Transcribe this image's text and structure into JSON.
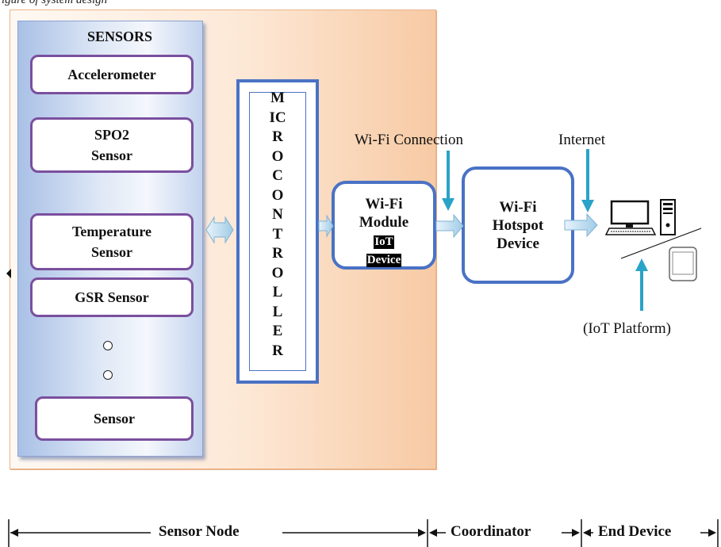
{
  "caption_fragment": "igure of system design",
  "sensor_node": {
    "title": "SENSORS",
    "sensors": [
      {
        "line1": "Accelerometer",
        "line2": ""
      },
      {
        "line1": "SPO2",
        "line2": "Sensor"
      },
      {
        "line1": "Temperature",
        "line2": "Sensor"
      },
      {
        "line1": "GSR Sensor",
        "line2": ""
      },
      {
        "line1": "Sensor",
        "line2": ""
      }
    ],
    "microcontroller_label": "MICROCONTROLLER"
  },
  "wifi_module": {
    "line1": "Wi-Fi",
    "line2": "Module",
    "iot_line1": "IoT",
    "iot_line2": "Device"
  },
  "hotspot": {
    "line1": "Wi-Fi",
    "line2": "Hotspot",
    "line3": "Device"
  },
  "labels": {
    "wifi_connection": "Wi-Fi Connection",
    "internet": "Internet",
    "iot_platform": "(IoT Platform)"
  },
  "scale": {
    "sensor_node": "Sensor Node",
    "coordinator": "Coordinator",
    "end_device": "End Device"
  },
  "colors": {
    "panel_border": "#e8b48a",
    "box_border_purple": "#7a4f9e",
    "box_border_blue": "#4a72c4",
    "arrow_cyan": "#2aa3c8"
  },
  "icons": [
    "desktop-computer-icon",
    "tower-pc-icon",
    "smartphone-icon"
  ]
}
